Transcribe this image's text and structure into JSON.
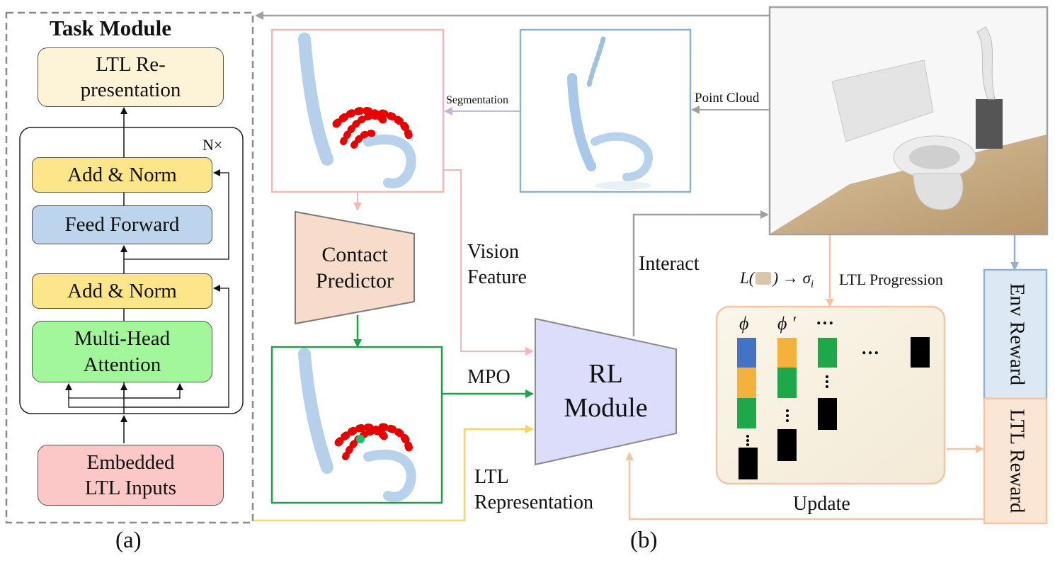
{
  "panel_a": {
    "title": "Task Module",
    "ltl_repr": "LTL Re-\npresentation",
    "repeat": "N×",
    "add_norm_top": "Add & Norm",
    "feed_forward": "Feed Forward",
    "add_norm_bottom": "Add & Norm",
    "mha": "Multi-Head\nAttention",
    "embedded": "Embedded\nLTL Inputs",
    "caption": "(a)"
  },
  "panel_b": {
    "segmentation": "Segmentation",
    "point_cloud": "Point Cloud",
    "contact_predictor": "Contact\nPredictor",
    "vision_feature": "Vision\nFeature",
    "interact": "Interact",
    "labeling_fn": "L(",
    "labeling_fn_tail": ") → σ",
    "labeling_sub": "i",
    "ltl_progression": "LTL Progression",
    "mpo": "MPO",
    "rl_module": "RL\nModule",
    "ltl_representation": "LTL\nRepresentation",
    "update": "Update",
    "env_reward": "Env Reward",
    "ltl_reward": "LTL Reward",
    "phi": "ϕ",
    "phi_prime": "ϕ ′",
    "ellipsis": "…",
    "caption": "(b)"
  },
  "colors": {
    "yellow": "#fde58a",
    "blue_box": "#bcd5ec",
    "green_box": "#a3f79b",
    "pink_box": "#fcc7c7",
    "cream": "#fdf4d8",
    "peach": "#f8dccb",
    "lavender": "#dcdcfb",
    "token_blue": "#4472c4",
    "token_orange": "#f4b13c",
    "token_green": "#1ea84a",
    "line_pink": "#f4b6b6",
    "line_green": "#1aa346",
    "line_yellow": "#fbd55e",
    "line_gray": "#a0a0a0",
    "line_peach": "#f4c4a4",
    "line_blue": "#8fb1d2",
    "line_purple": "#c9b4d9"
  }
}
